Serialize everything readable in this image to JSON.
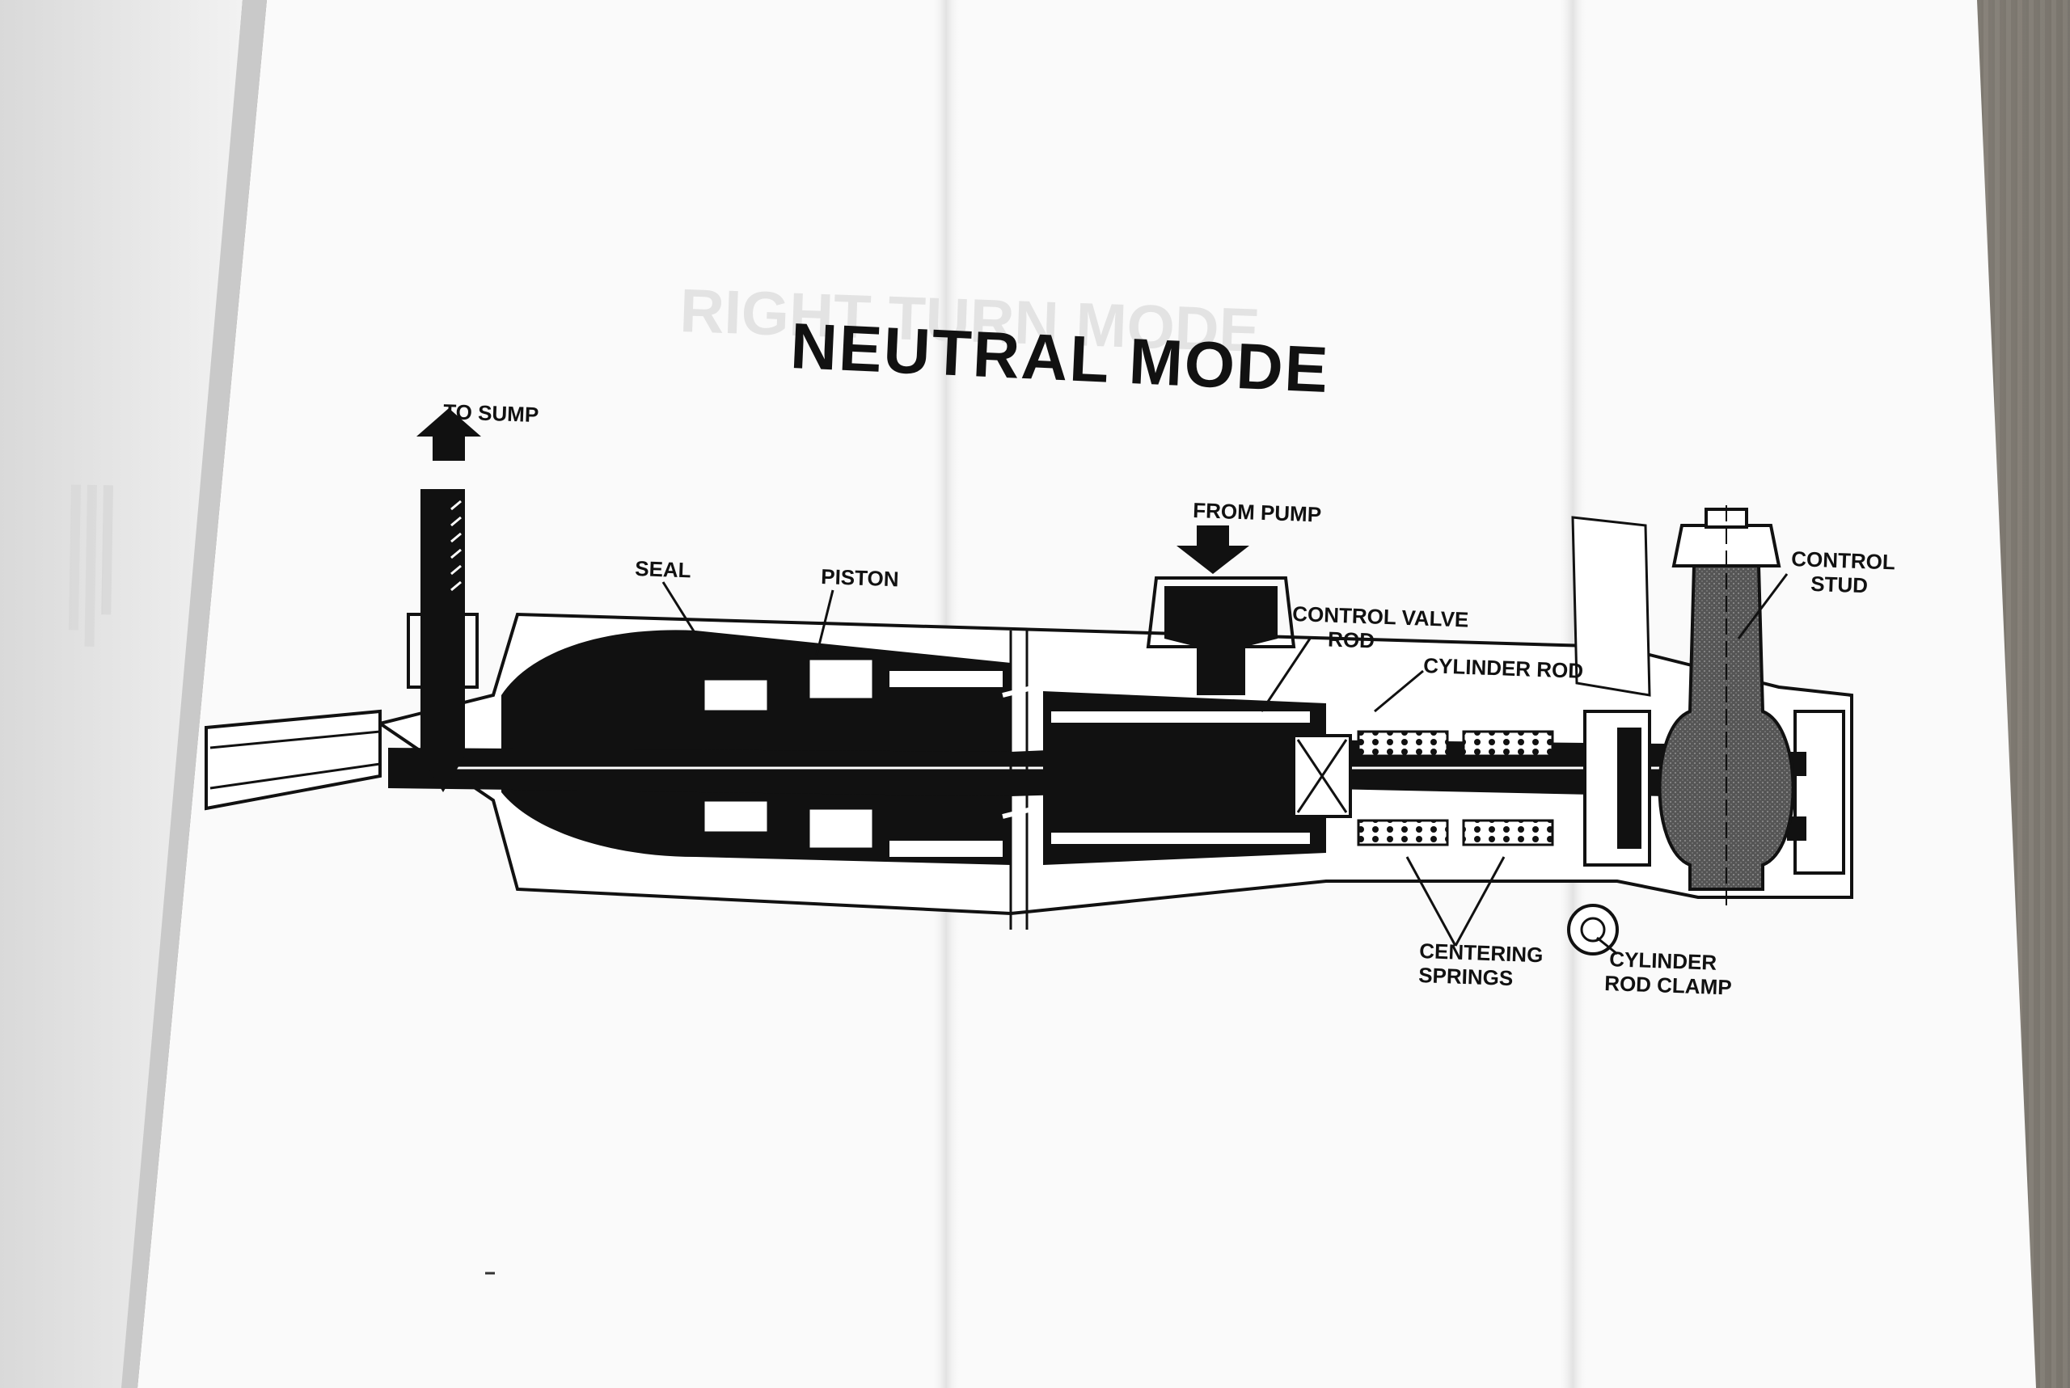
{
  "diagram": {
    "title": "NEUTRAL MODE",
    "show_through_title": "RIGHT TURN MODE",
    "labels": {
      "to_sump": "TO SUMP",
      "from_pump": "FROM PUMP",
      "seal": "SEAL",
      "piston": "PISTON",
      "control_valve_line1": "CONTROL  VALVE",
      "control_valve_line2": "ROD",
      "cylinder_rod": "CYLINDER ROD",
      "control_stud_line1": "CONTROL",
      "control_stud_line2": "STUD",
      "centering_springs_line1": "CENTERING",
      "centering_springs_line2": "SPRINGS",
      "cylinder_rod_clamp_line1": "CYLINDER",
      "cylinder_rod_clamp_line2": "ROD CLAMP"
    }
  }
}
